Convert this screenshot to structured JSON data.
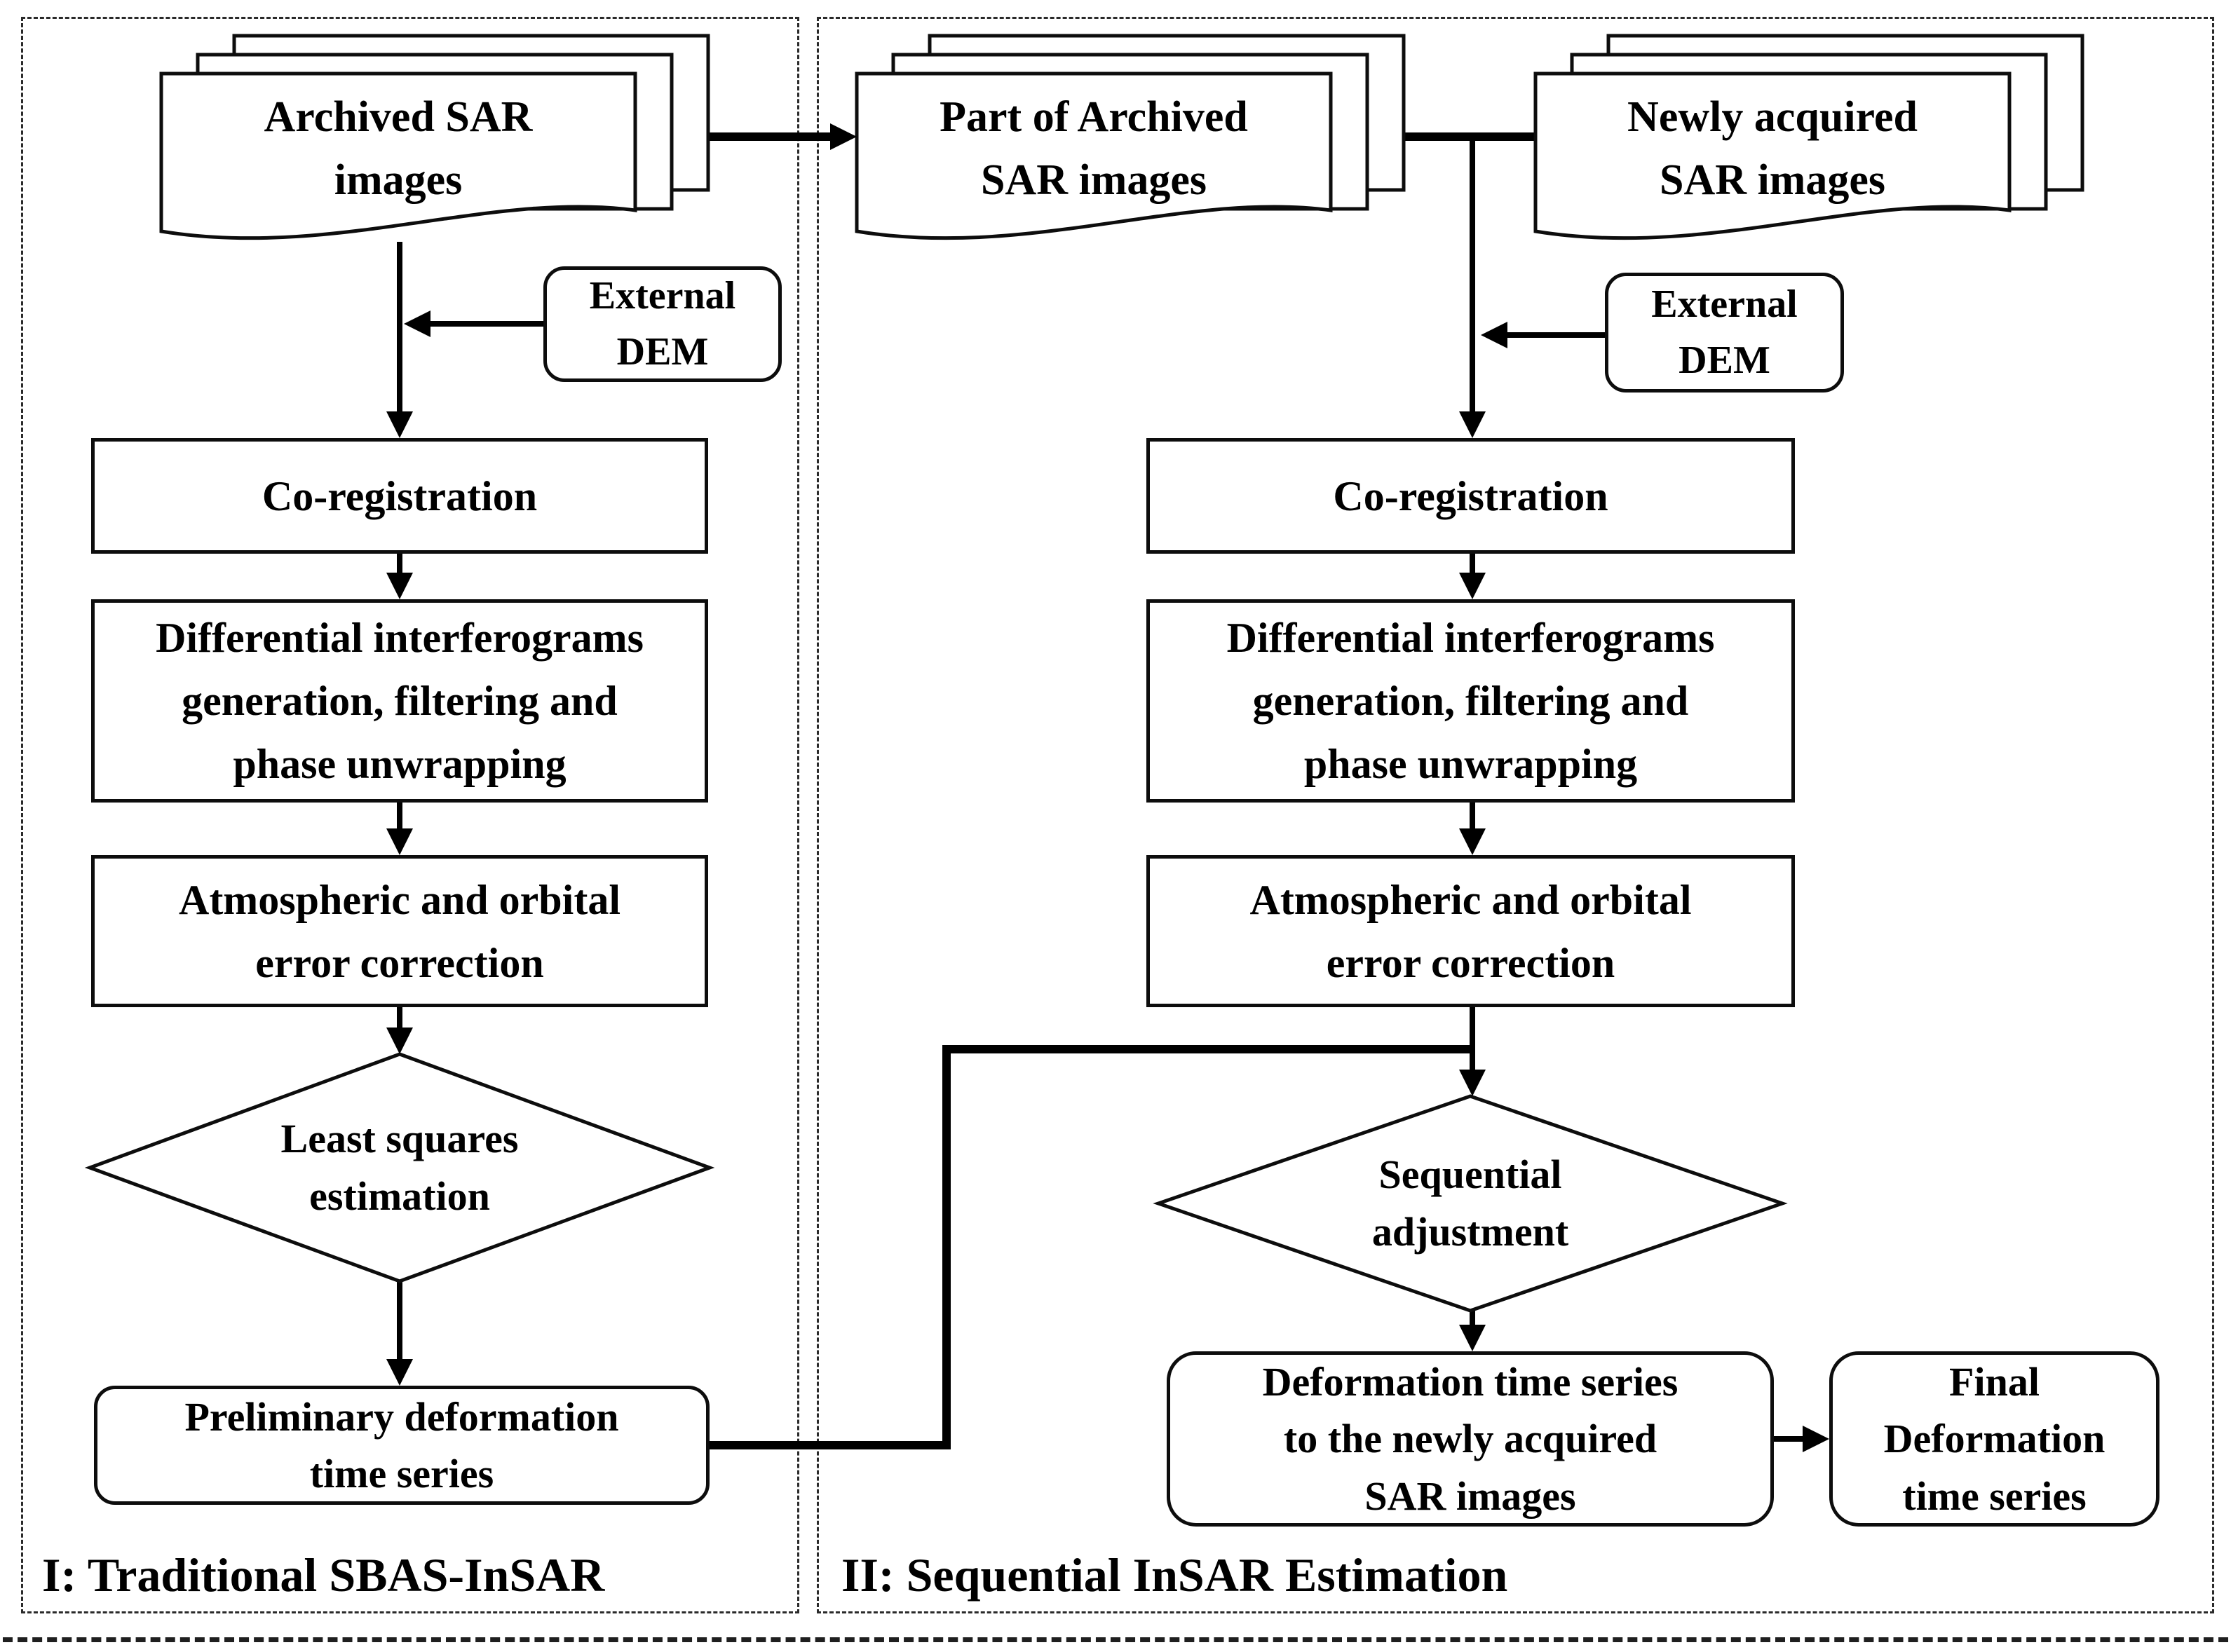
{
  "figure": {
    "type": "flowchart",
    "description": "Two-panel InSAR processing workflow comparing traditional SBAS-InSAR with sequential InSAR estimation"
  },
  "colors": {
    "ink": "#000000",
    "paper": "#ffffff",
    "border_dash": "#2a2a2a"
  },
  "panels": {
    "left": {
      "label": "I: Traditional SBAS-InSAR"
    },
    "right": {
      "label": "II: Sequential InSAR Estimation"
    }
  },
  "nodes": {
    "archived_sar": {
      "shape": "document-stack",
      "label": "Archived SAR\nimages"
    },
    "part_archived": {
      "shape": "document-stack",
      "label": "Part of Archived\nSAR images"
    },
    "newly_acquired": {
      "shape": "document-stack",
      "label": "Newly acquired\nSAR images"
    },
    "external_dem_left": {
      "shape": "rounded-rect",
      "label": "External\nDEM"
    },
    "external_dem_right": {
      "shape": "rounded-rect",
      "label": "External\nDEM"
    },
    "coreg_left": {
      "shape": "process-rect",
      "label": "Co-registration"
    },
    "coreg_right": {
      "shape": "process-rect",
      "label": "Co-registration"
    },
    "diff_left": {
      "shape": "process-rect",
      "label": "Differential interferograms\ngeneration, filtering and\nphase unwrapping"
    },
    "diff_right": {
      "shape": "process-rect",
      "label": "Differential interferograms\ngeneration, filtering and\nphase unwrapping"
    },
    "atm_left": {
      "shape": "process-rect",
      "label": "Atmospheric and orbital\nerror correction"
    },
    "atm_right": {
      "shape": "process-rect",
      "label": "Atmospheric and orbital\nerror correction"
    },
    "least_squares": {
      "shape": "decision-diamond",
      "label": "Least squares\nestimation"
    },
    "seq_adjust": {
      "shape": "decision-diamond",
      "label": "Sequential\nadjustment"
    },
    "prelim": {
      "shape": "rounded-rect",
      "label": "Preliminary deformation\ntime series"
    },
    "deform_new": {
      "shape": "rounded-rect",
      "label": "Deformation time series\nto the newly acquired\nSAR images"
    },
    "final": {
      "shape": "rounded-rect",
      "label": "Final\nDeformation\ntime series"
    }
  }
}
